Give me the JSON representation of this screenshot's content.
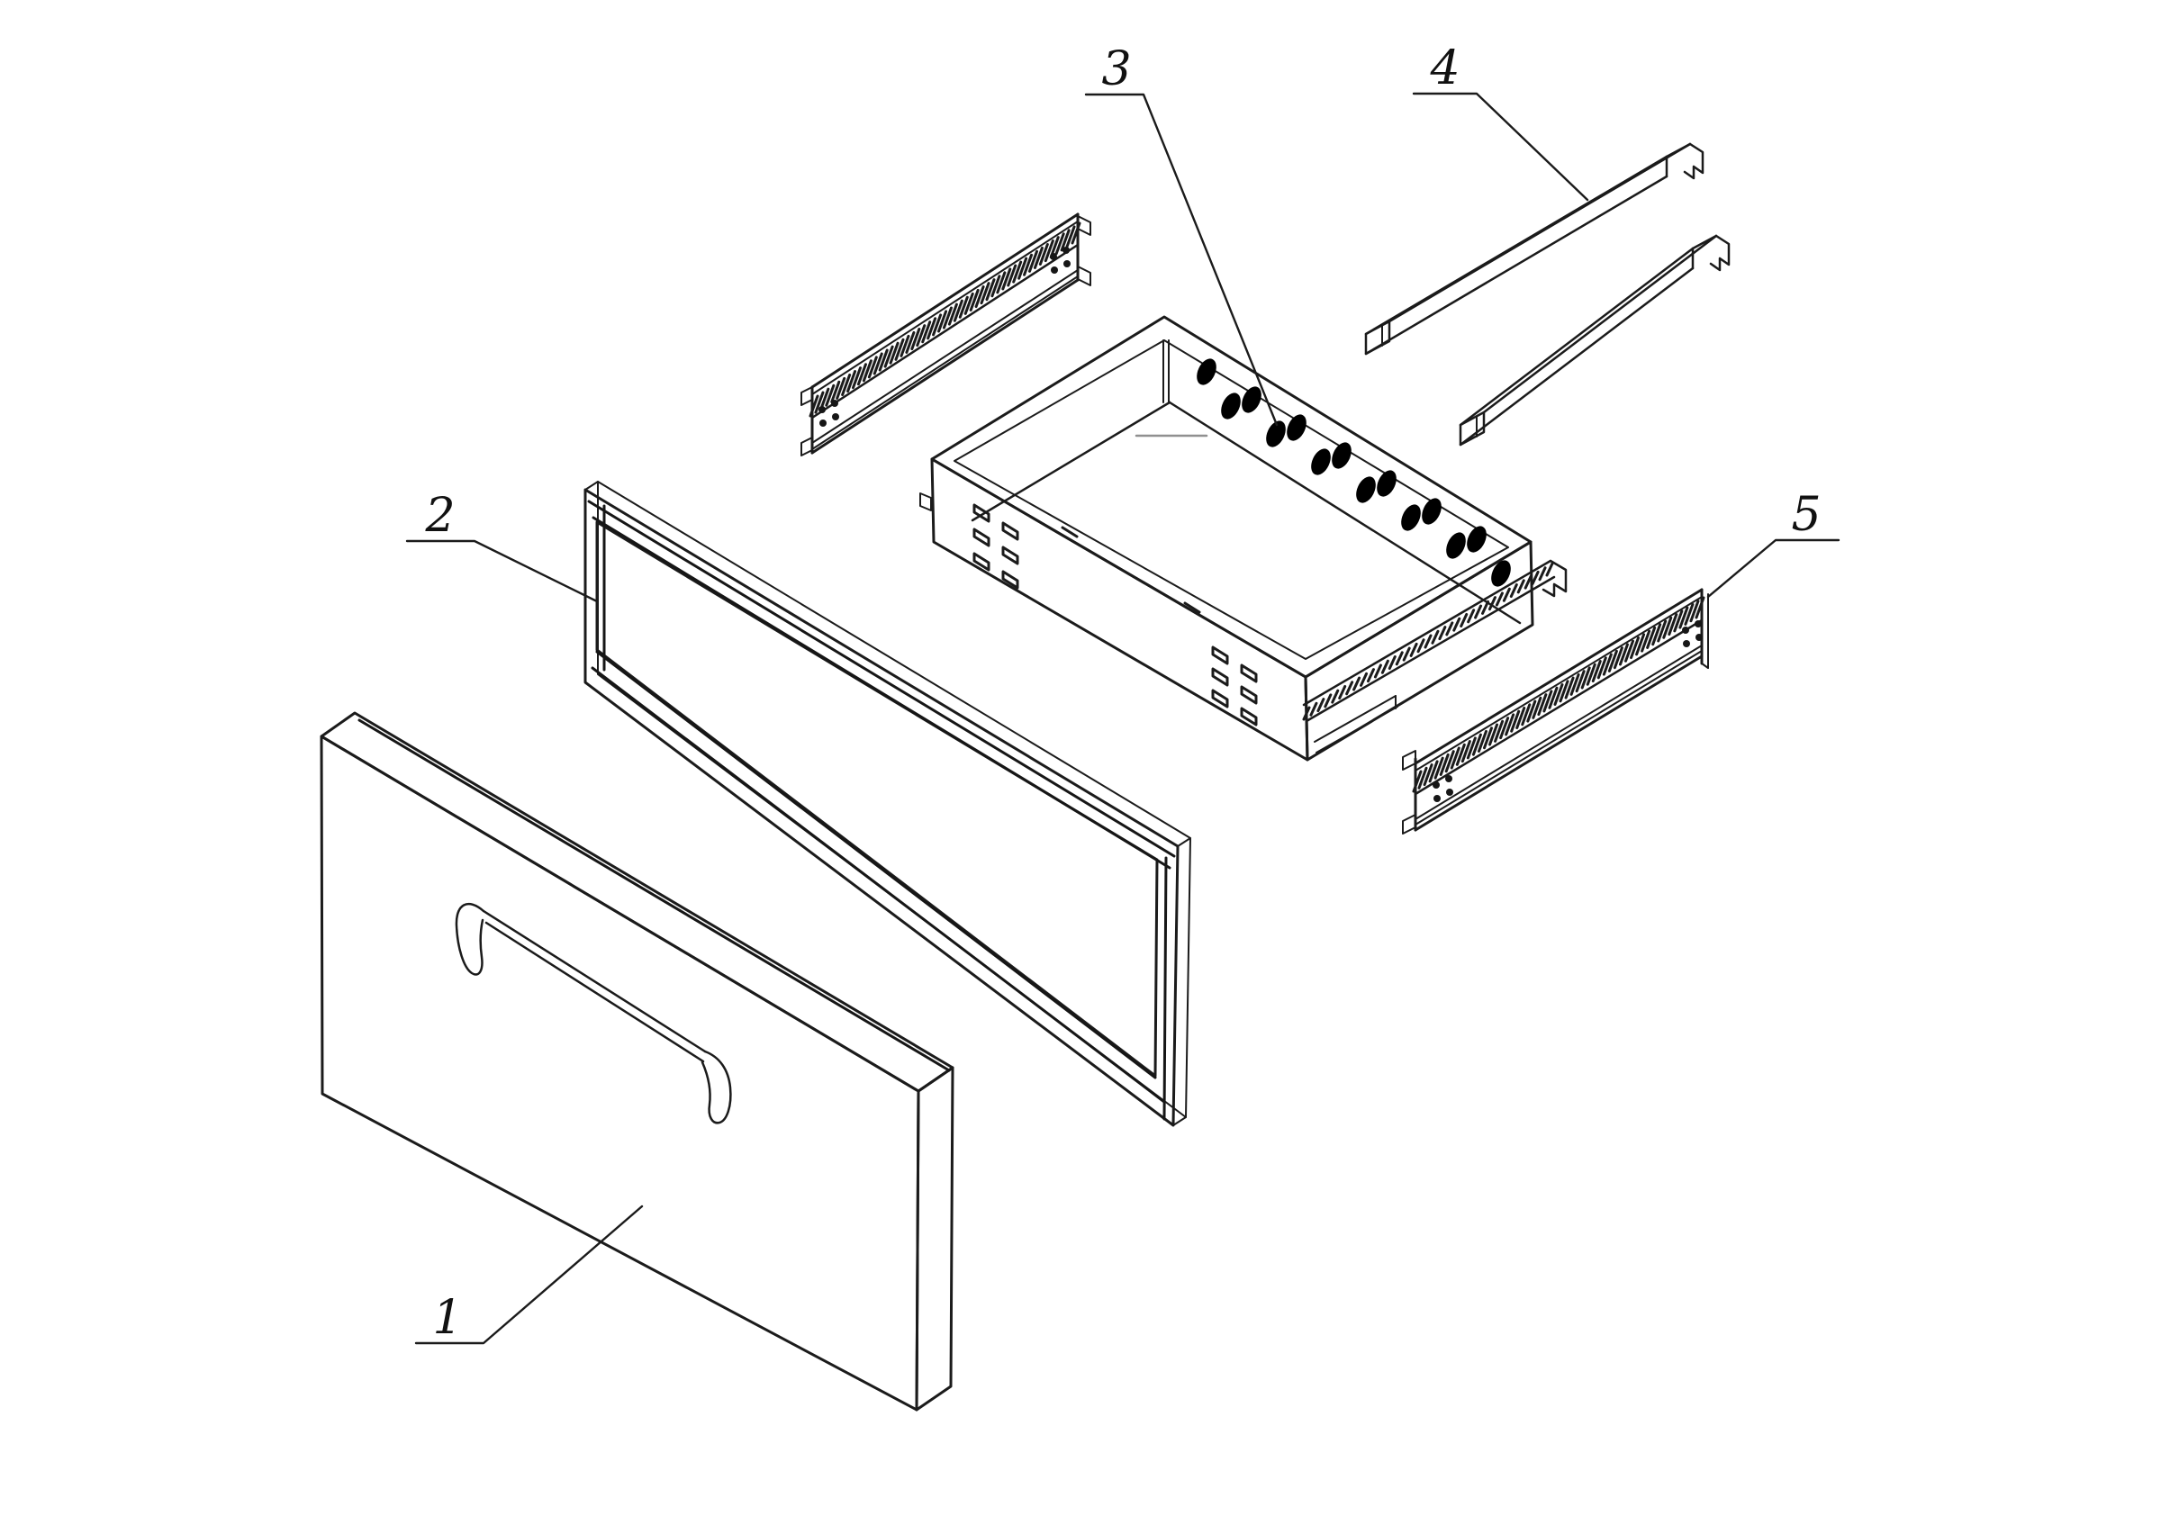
{
  "figure": {
    "kind": "exploded-assembly-technical-drawing",
    "background_color": "#ffffff",
    "line_color": "#1b1b1b",
    "border_present": true,
    "callouts": [
      {
        "label": "1",
        "part": "drawer-front-panel-with-handle"
      },
      {
        "label": "2",
        "part": "door-gasket-seal-frame"
      },
      {
        "label": "3",
        "part": "perforated-drawer-box"
      },
      {
        "label": "4",
        "part": "support-bars-pair"
      },
      {
        "label": "5",
        "part": "slide-rail-channel"
      }
    ],
    "parts": [
      {
        "name": "front-panel",
        "callout": "1"
      },
      {
        "name": "gasket-frame",
        "callout": "2"
      },
      {
        "name": "drawer-box",
        "callout": "3"
      },
      {
        "name": "support-bar-upper",
        "callout": "4"
      },
      {
        "name": "support-bar-lower",
        "callout": "4"
      },
      {
        "name": "slide-rail-left",
        "callout": ""
      },
      {
        "name": "slide-rail-right",
        "callout": "5"
      }
    ]
  }
}
